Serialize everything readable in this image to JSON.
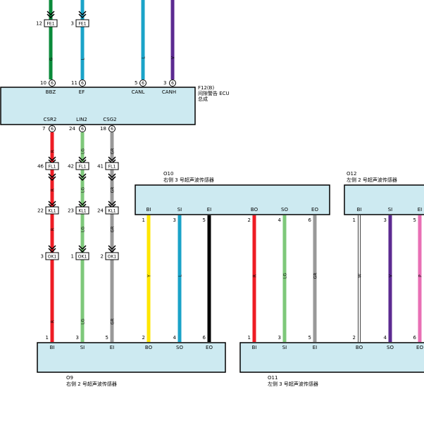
{
  "colors": {
    "G": "#0a8a3a",
    "L": "#1aa3c8",
    "V": "#5c2a91",
    "R": "#ee1c24",
    "LG": "#7ec87a",
    "GR": "#999999",
    "Y": "#ffe600",
    "B": "#000000",
    "P": "#e96fb5",
    "W": "#ffffff",
    "box_fill": "#cdeaf1"
  },
  "ecu": {
    "code": "F12(B)",
    "name_line1": "间隙警告 ECU",
    "name_line2": "总成",
    "top_pins": [
      {
        "num": "10",
        "circle": "6",
        "label": "BBZ"
      },
      {
        "num": "11",
        "circle": "6",
        "label": "EF"
      },
      {
        "num": "5",
        "circle": "6",
        "label": "CANL"
      },
      {
        "num": "3",
        "circle": "6",
        "label": "CANH"
      }
    ],
    "bottom_pins": [
      {
        "num": "7",
        "circle": "6",
        "label": "CSR2"
      },
      {
        "num": "24",
        "circle": "6",
        "label": "LIN2"
      },
      {
        "num": "18",
        "circle": "6",
        "label": "CSG2"
      }
    ]
  },
  "top_wires": [
    {
      "color": "G",
      "code": "G",
      "conn_num": "12",
      "conn": "FE1"
    },
    {
      "color": "L",
      "code": "L",
      "conn_num": "3",
      "conn": "FE1"
    },
    {
      "color": "L",
      "code": "L"
    },
    {
      "color": "V",
      "code": "V"
    }
  ],
  "left_wires": [
    {
      "color": "R",
      "code": "R",
      "c1_num": "46",
      "c1": "FL1",
      "c2_num": "22",
      "c2": "KL1",
      "c3_num": "3",
      "c3": "OK1",
      "bottom_num": "1",
      "bottom_label": "BI"
    },
    {
      "color": "LG",
      "code": "LG",
      "c1_num": "42",
      "c1": "FL1",
      "c2_num": "23",
      "c2": "KL1",
      "c3_num": "1",
      "c3": "OK1",
      "bottom_num": "3",
      "bottom_label": "SI"
    },
    {
      "color": "GR",
      "code": "GR",
      "c1_num": "41",
      "c1": "FL1",
      "c2_num": "24",
      "c2": "KL1",
      "c3_num": "2",
      "c3": "OK1",
      "bottom_num": "5",
      "bottom_label": "EI"
    }
  ],
  "o10": {
    "code": "O10",
    "name": "右侧 3 号超声波传感器",
    "pins": [
      {
        "label": "BI",
        "num": "1",
        "color": "Y",
        "code": "Y",
        "bottom_num": "2",
        "bottom_label": "BO"
      },
      {
        "label": "SI",
        "num": "3",
        "color": "L",
        "code": "L",
        "bottom_num": "4",
        "bottom_label": "SO"
      },
      {
        "label": "EI",
        "num": "5",
        "color": "B",
        "code": "B",
        "bottom_num": "6",
        "bottom_label": "EO"
      },
      {
        "label": "BO",
        "num": "2",
        "color": "R",
        "code": "R",
        "bottom_num": "1",
        "bottom_label": "BI"
      },
      {
        "label": "SO",
        "num": "4",
        "color": "LG",
        "code": "LG",
        "bottom_num": "3",
        "bottom_label": "SI"
      },
      {
        "label": "EO",
        "num": "6",
        "color": "GR",
        "code": "GR",
        "bottom_num": "5",
        "bottom_label": "EI"
      }
    ]
  },
  "o12": {
    "code": "O12",
    "name": "左侧 2 号超声波传感器",
    "pins": [
      {
        "label": "BI",
        "num": "1",
        "color": "W",
        "code": "W",
        "bottom_num": "2",
        "bottom_label": "BO"
      },
      {
        "label": "SI",
        "num": "3",
        "color": "V",
        "code": "V",
        "bottom_num": "4",
        "bottom_label": "SO"
      },
      {
        "label": "EI",
        "num": "5",
        "color": "P",
        "code": "P",
        "bottom_num": "6",
        "bottom_label": "EO"
      }
    ]
  },
  "o9": {
    "code": "O9",
    "name": "右侧 2 号超声波传感器"
  },
  "o11": {
    "code": "O11",
    "name": "左侧 3 号超声波传感器"
  }
}
